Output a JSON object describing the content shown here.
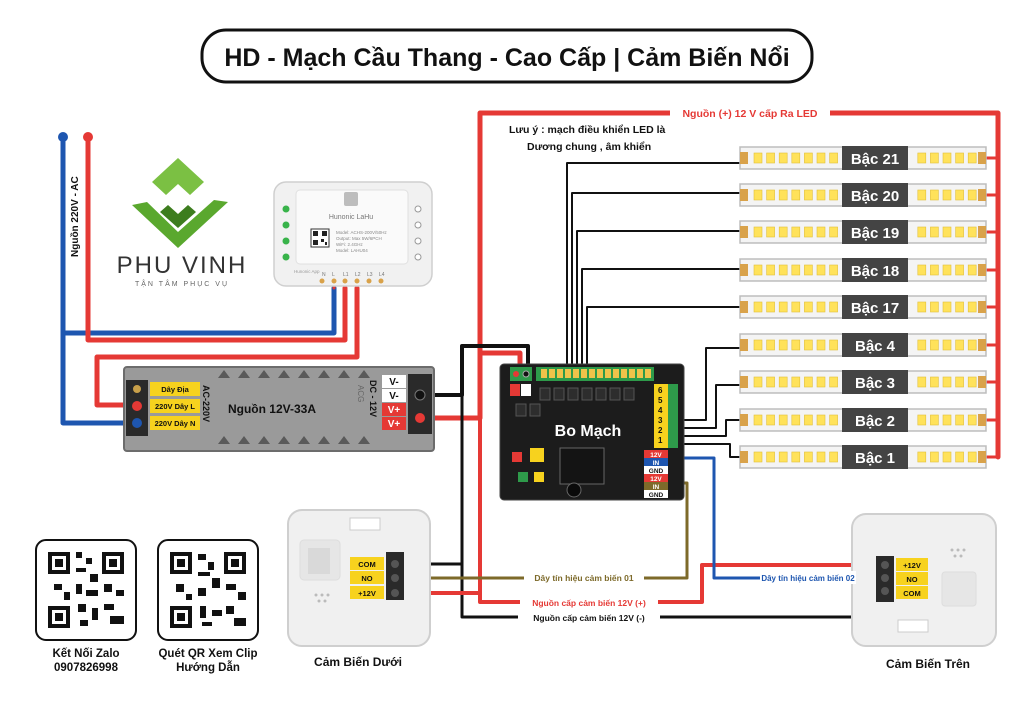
{
  "title": "HD - Mạch Cầu Thang - Cao Cấp | Cảm Biến Nổi",
  "logo": {
    "name": "PHU VINH",
    "tagline": "TẬN TÂM PHỤC VỤ"
  },
  "mains_label": "Nguồn 220V - AC",
  "smart_module": {
    "brand": "Hunonic LaHu",
    "specs": [
      "Model: ACHS-200V/50Hz",
      "Output: Max 5W/6PCH",
      "WiFi: 2.4GHz",
      "Model: LAHU04"
    ],
    "footer": "Hunonic App",
    "terminals": [
      "N",
      "L",
      "L1",
      "L2",
      "L3",
      "L4"
    ]
  },
  "psu": {
    "label": "Nguồn 12V-33A",
    "ac_side": "AC-220V",
    "dc_side": "DC - 12V",
    "brand": "ACG",
    "input_labels": [
      "Dây Địa",
      "220V Dây L",
      "220V Dây N"
    ],
    "output_labels": [
      "V-",
      "V-",
      "V+",
      "V+"
    ]
  },
  "note": [
    "Lưu ý : mạch điều khiển LED là",
    "Dương chung , âm khiển"
  ],
  "led_supply_label": "Nguồn (+) 12 V cấp Ra LED",
  "board": {
    "label": "Bo Mạch",
    "sensor_pins": [
      "12V",
      "IN",
      "GND",
      "12V",
      "IN",
      "GND"
    ],
    "numbers": [
      "1",
      "2",
      "3",
      "4",
      "5",
      "6"
    ]
  },
  "steps": [
    "Bậc 21",
    "Bậc 20",
    "Bậc 19",
    "Bậc 18",
    "Bậc 17",
    "Bậc 4",
    "Bậc 3",
    "Bậc 2",
    "Bậc 1"
  ],
  "sensor_bottom": {
    "caption": "Cảm Biến Dưới",
    "terminals": [
      "COM",
      "NO",
      "+12V"
    ]
  },
  "sensor_top": {
    "caption": "Cảm Biến Trên",
    "terminals": [
      "+12V",
      "NO",
      "COM"
    ]
  },
  "wire_labels": {
    "signal_1": "Dây tín hiệu cảm biến 01",
    "signal_2": "Dây tín hiệu cảm biến 02",
    "sensor_power_pos": "Nguồn cấp cảm biến 12V (+)",
    "sensor_power_neg": "Nguồn cấp cảm biến 12V (-)"
  },
  "qr_zalo": {
    "line1": "Kết Nối Zalo",
    "line2": "0907826998"
  },
  "qr_clip": {
    "line1": "Quét QR Xem Clip",
    "line2": "Hướng Dẫn"
  },
  "colors": {
    "positive_wire": "#e53935",
    "negative_wire": "#111111",
    "mains_neutral": "#1e56b0",
    "signal_wire_1": "#7d6a2a",
    "signal_wire_2": "#1e56b0",
    "label_yellow": "#f7d21e",
    "board_dark": "#1c1c1c",
    "logo_green": "#5aa82e"
  }
}
